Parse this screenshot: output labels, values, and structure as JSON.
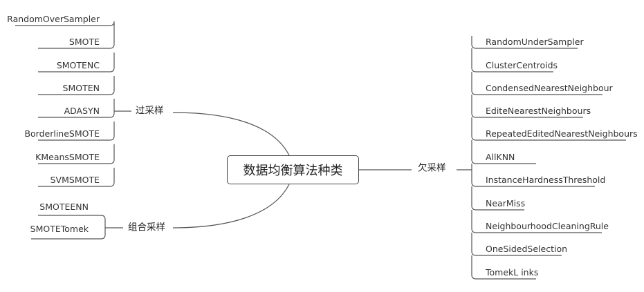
{
  "root": {
    "label": "数据均衡算法种类"
  },
  "colors": {
    "line": "#555555",
    "text": "#333333"
  },
  "branches": {
    "oversample": {
      "label": "过采样",
      "items": [
        "RandomOverSampler",
        "SMOTE",
        "SMOTENC",
        "SMOTEN",
        "ADASYN",
        "BorderlineSMOTE",
        "KMeansSMOTE",
        "SVMSMOTE"
      ]
    },
    "combine": {
      "label": "组合采样",
      "items": [
        "SMOTEENN",
        "SMOTETomek"
      ]
    },
    "undersample": {
      "label": "欠采样",
      "items": [
        "RandomUnderSampler",
        "ClusterCentroids",
        "CondensedNearestNeighbour",
        "EditeNearestNeighbours",
        "RepeatedEditedNearestNeighbours",
        "AllKNN",
        "InstanceHardnessThreshold",
        "NearMiss",
        "NeighbourhoodCleaningRule",
        "OneSidedSelection",
        "TomekL inks"
      ]
    }
  }
}
